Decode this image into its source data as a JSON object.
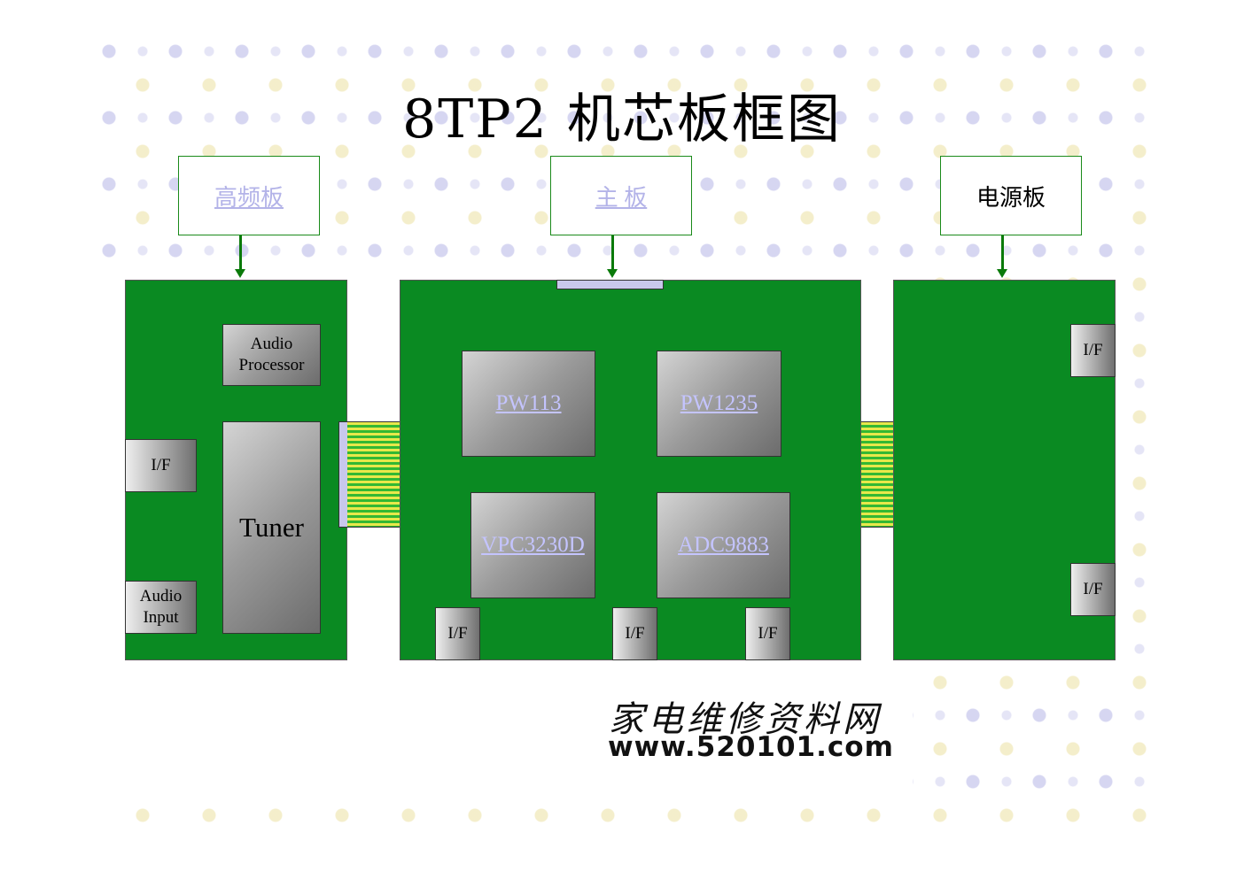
{
  "title": "8TP2 机芯板框图",
  "top_labels": {
    "rf_board": "高频板",
    "main_board": "主 板",
    "power_board": "电源板"
  },
  "left_board": {
    "audio_processor": "Audio Processor",
    "tuner": "Tuner",
    "if_port": "I/F",
    "audio_input": "Audio Input"
  },
  "main_board": {
    "chips": [
      "PW113",
      "PW1235",
      "VPC3230D",
      "ADC9883"
    ],
    "if_ports": [
      "I/F",
      "I/F",
      "I/F"
    ]
  },
  "right_board": {
    "if_ports": [
      "I/F",
      "I/F"
    ]
  },
  "watermark": {
    "site_name": "家电维修资料网",
    "url": "www.520101.com"
  },
  "colors": {
    "board_green": "#0a8a22",
    "link_lavender": "#b3b3e8",
    "arrow_green": "#0a7a0a"
  }
}
